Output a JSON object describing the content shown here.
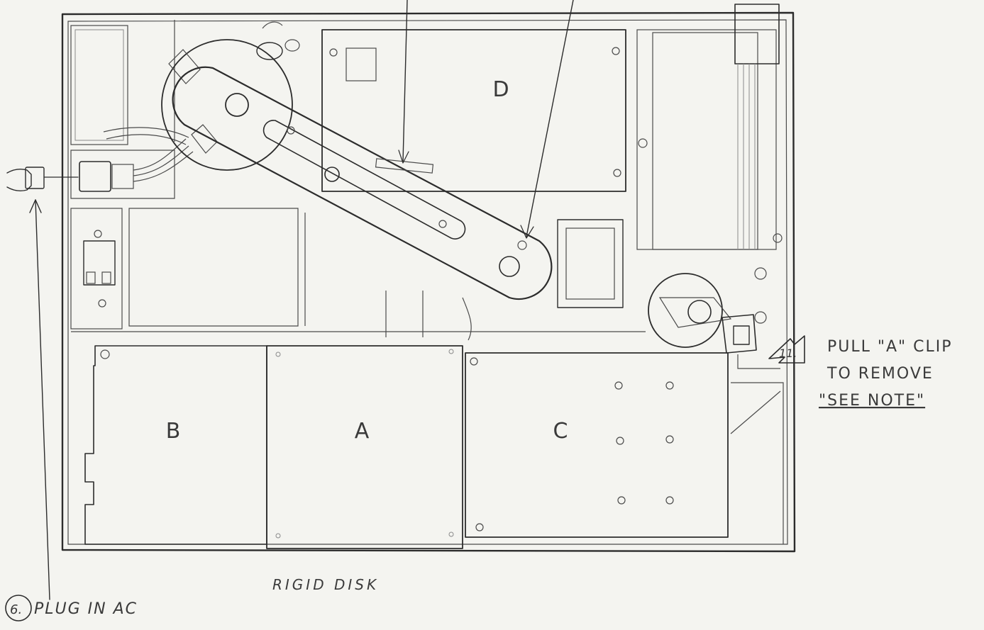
{
  "boards": {
    "a": "A",
    "b": "B",
    "c": "C",
    "d": "D"
  },
  "caption": "RIGID DISK",
  "callouts": {
    "plug_number": "6.",
    "plug_text": "PLUG IN AC",
    "clip_number": "11.",
    "clip_line1": "PULL \"A\" CLIP",
    "clip_line2": "TO REMOVE",
    "clip_line3": "\"SEE NOTE\""
  },
  "colors": {
    "paper": "#f4f4f0",
    "ink": "#2c2c2c",
    "label": "#3a3a3a"
  }
}
